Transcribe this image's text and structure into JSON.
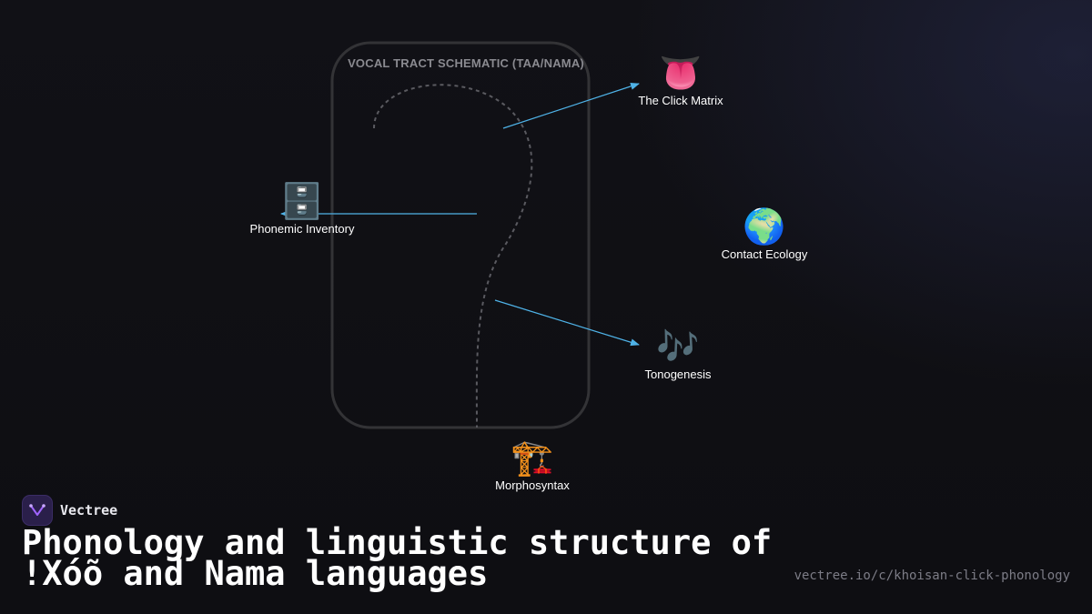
{
  "diagram": {
    "schematic_title": "VOCAL TRACT SCHEMATIC (TAA/NAMA)",
    "nodes": [
      {
        "key": "click",
        "label": "The Click Matrix",
        "icon": "tongue-icon",
        "glyph": "👅"
      },
      {
        "key": "inventory",
        "label": "Phonemic Inventory",
        "icon": "file-cabinet-icon",
        "glyph": "🗄️"
      },
      {
        "key": "contact",
        "label": "Contact Ecology",
        "icon": "globe-icon",
        "glyph": "🌍"
      },
      {
        "key": "tono",
        "label": "Tonogenesis",
        "icon": "musical-notes-icon",
        "glyph": "🎶"
      },
      {
        "key": "morpho",
        "label": "Morphosyntax",
        "icon": "construction-crane-icon",
        "glyph": "🏗️"
      }
    ],
    "colors": {
      "arrow": "#4fb3e8",
      "outline": "#333336",
      "dashed_path": "#5a5a60"
    }
  },
  "brand": {
    "name": "Vectree",
    "logo_icon": "vectree-logo-icon",
    "accent": "#a064ff"
  },
  "headline": {
    "line1": "Phonology and linguistic structure of",
    "line2": "!Xóõ and Nama languages"
  },
  "url": "vectree.io/c/khoisan-click-phonology"
}
